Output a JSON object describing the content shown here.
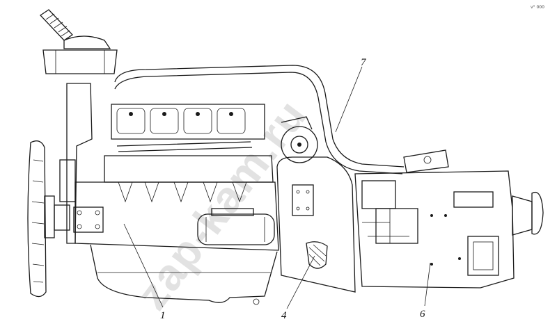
{
  "watermark": "zap-kam.ru",
  "corner_mark": "v° 000",
  "callouts": [
    "1",
    "4",
    "6",
    "7"
  ]
}
